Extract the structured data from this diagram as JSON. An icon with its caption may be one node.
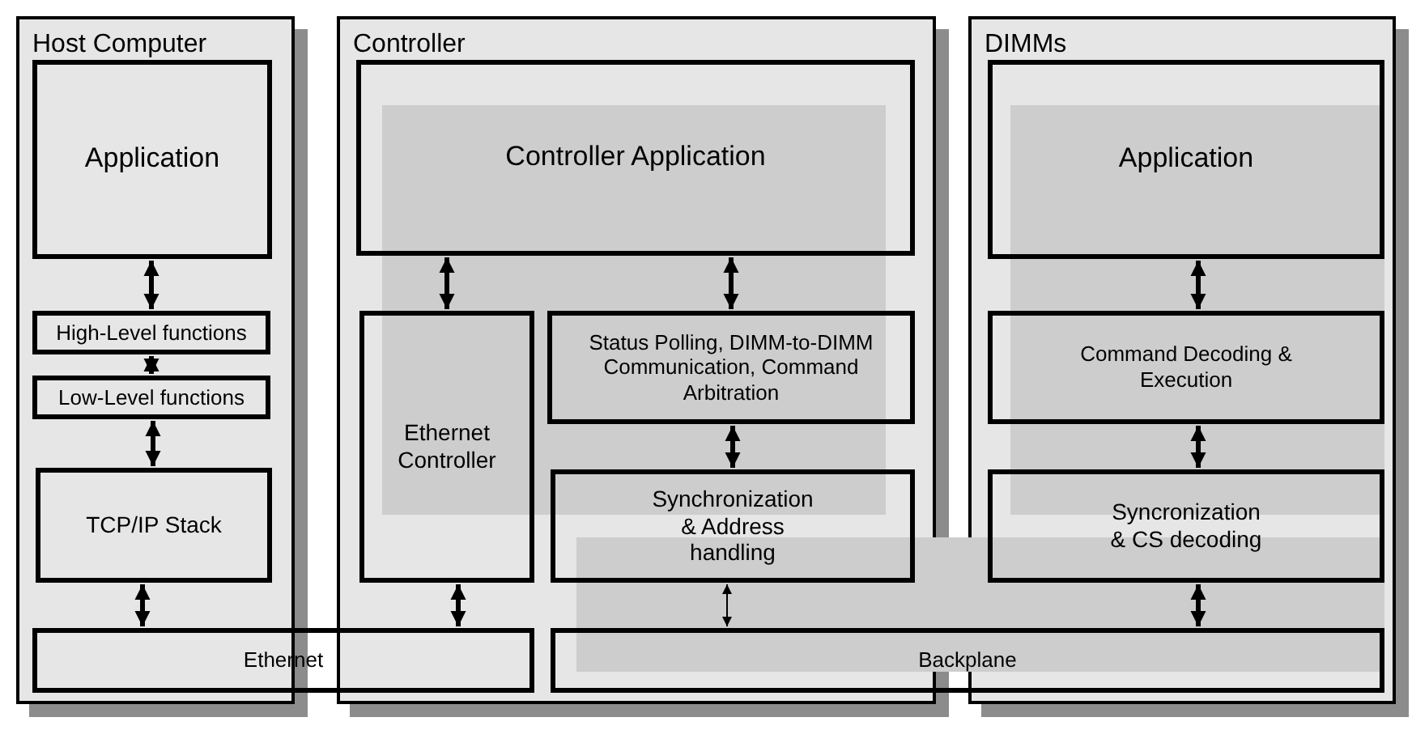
{
  "diagram": {
    "nodes": [
      {
        "text": [
          "Host Computer"
        ]
      },
      {
        "text": [
          "Application"
        ],
        "in": 0
      },
      {
        "text": [
          "High-Level functions"
        ],
        "in": 0
      },
      {
        "text": [
          "Low-Level functions"
        ],
        "in": 0
      },
      {
        "text": [
          "TCP/IP Stack"
        ],
        "in": 0
      },
      {
        "text": [
          "Controller"
        ]
      },
      {
        "text": [
          "Controller Application"
        ],
        "in": 5
      },
      {
        "text": [
          "Ethernet Controller"
        ],
        "in": 5
      },
      {
        "text": [
          "Status Polling, DIMM-to-DIMM Communication, Command Arbitration"
        ],
        "in": 5
      },
      {
        "text": [
          "Synchronization & Address handling"
        ],
        "in": 5
      },
      {
        "text": [
          "DIMMs"
        ]
      },
      {
        "text": [
          "Application"
        ],
        "in": 10
      },
      {
        "text": [
          "Command Decoding & Execution"
        ],
        "in": 10
      },
      {
        "text": [
          "Syncronization & CS decoding"
        ],
        "in": 10
      },
      {
        "text": [
          "Ethernet"
        ]
      },
      {
        "text": [
          "Backplane"
        ]
      }
    ],
    "edges": [
      {
        "from": 1,
        "to": 2,
        "arrow": "both"
      },
      {
        "from": 2,
        "to": 3,
        "arrow": "both"
      },
      {
        "from": 3,
        "to": 4,
        "arrow": "both"
      },
      {
        "from": 4,
        "to": 14,
        "arrow": "both"
      },
      {
        "from": 6,
        "to": 7,
        "arrow": "both"
      },
      {
        "from": 6,
        "to": 8,
        "arrow": "both"
      },
      {
        "from": 8,
        "to": 9,
        "arrow": "both"
      },
      {
        "from": 7,
        "to": 14,
        "arrow": "both"
      },
      {
        "from": 9,
        "to": 15,
        "arrow": "both"
      },
      {
        "from": 11,
        "to": 12,
        "arrow": "both"
      },
      {
        "from": 12,
        "to": 13,
        "arrow": "both"
      },
      {
        "from": 13,
        "to": 15,
        "arrow": "both"
      }
    ]
  }
}
